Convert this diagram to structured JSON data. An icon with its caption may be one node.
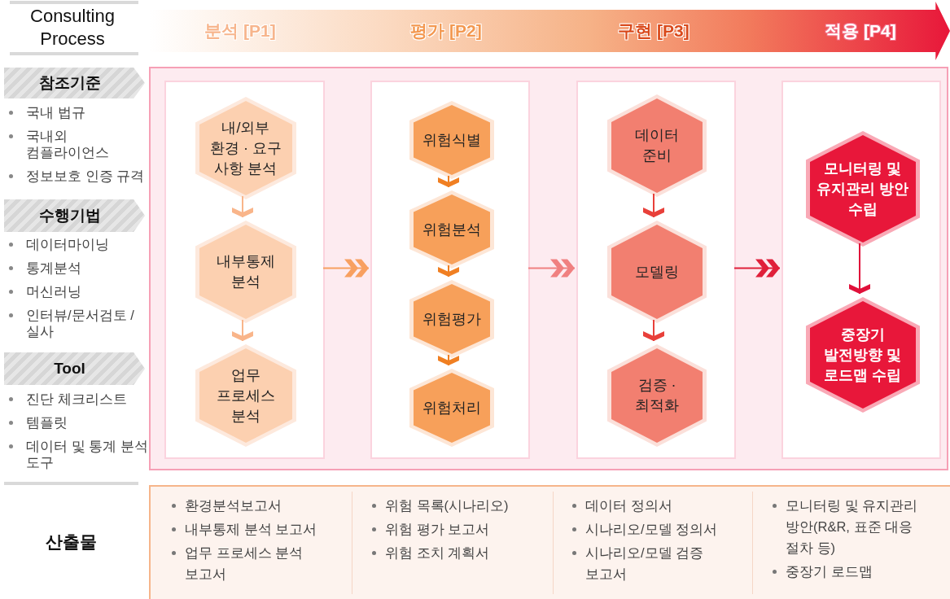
{
  "diagram": {
    "nodes": [
      {
        "text": [
          "분석 [P1]",
          "평가 [P2]",
          "구현 [P3]",
          "적용 [P4]"
        ]
      },
      {
        "text": [
          "참조기준"
        ],
        "beside": [
          "국내 법규",
          "국내외 컴플라이언스",
          "정보보호 인증 규격"
        ]
      },
      {
        "text": [
          "수행기법"
        ],
        "beside": [
          "데이터마이닝",
          "통계분석",
          "머신러닝",
          "인터뷰/문서검토 /실사"
        ]
      },
      {
        "text": [
          "Tool"
        ],
        "beside": [
          "진단 체크리스트",
          "템플릿",
          "데이터 및 통계 분석 도구"
        ]
      },
      {
        "text": [],
        "shape": "box"
      },
      {
        "text": [],
        "shape": "box",
        "in": 4
      },
      {
        "text": [
          "내/외부 환경 · 요구 사항 분석"
        ],
        "in": 5
      },
      {
        "text": [
          "내부통제 분석"
        ],
        "in": 5
      },
      {
        "text": [
          "업무 프로세스 분석"
        ],
        "in": 5
      },
      {
        "text": [],
        "shape": "box",
        "in": 4
      },
      {
        "text": [
          "위험식별"
        ],
        "in": 9
      },
      {
        "text": [
          "위험분석"
        ],
        "in": 9
      },
      {
        "text": [
          "위험평가"
        ],
        "in": 9
      },
      {
        "text": [
          "위험처리"
        ],
        "in": 9
      },
      {
        "text": [],
        "shape": "box",
        "in": 4
      },
      {
        "text": [
          "데이터 준비"
        ],
        "in": 14
      },
      {
        "text": [
          "모델링"
        ],
        "in": 14
      },
      {
        "text": [
          "검증 ·최적화"
        ],
        "in": 14
      },
      {
        "text": [],
        "shape": "box",
        "in": 4
      },
      {
        "text": [
          "모니터링 및 유지관리 방안 수립"
        ],
        "in": 18
      },
      {
        "text": [
          "중장기 발전방향 및 로드맵 수립"
        ],
        "in": 18
      },
      {
        "text": [
          "환경분석보고서",
          "내부통제 분석 보고서",
          "업무 프로세스 분석 보고서",
          "위험 목록(시나리오)",
          "위험 평가 보고서",
          "위험 조치 계획서",
          "데이터 정의서",
          "시나리오/모델 정의서",
          "시나리오/모델 검증 보고서",
          "모니터링 및 유지관리 방안(R&R, 표준 대응 절차 등)",
          "중장기 로드맵"
        ],
        "beside": [
          "산출물"
        ]
      }
    ],
    "edges": [
      {
        "from": 6,
        "to": 7,
        "arrow": "to",
        "color": "#f9b58a"
      },
      {
        "from": 7,
        "to": 8,
        "arrow": "to",
        "color": "#f9b58a"
      },
      {
        "from": 10,
        "to": 11,
        "arrow": "to",
        "color": "#f07f22"
      },
      {
        "from": 11,
        "to": 12,
        "arrow": "to",
        "color": "#f07f22"
      },
      {
        "from": 12,
        "to": 13,
        "arrow": "to",
        "color": "#f07f22"
      },
      {
        "from": 15,
        "to": 16,
        "arrow": "to",
        "color": "#e8403a"
      },
      {
        "from": 16,
        "to": 17,
        "arrow": "to",
        "color": "#e8403a"
      },
      {
        "from": 19,
        "to": 20,
        "arrow": "to",
        "color": "#e0103a"
      },
      {
        "from": 5,
        "to": 9,
        "arrow": "to",
        "color": "#f8a060"
      },
      {
        "from": 9,
        "to": 14,
        "arrow": "to",
        "color": "#f08080"
      },
      {
        "from": 14,
        "to": 18,
        "arrow": "to",
        "color": "#e0203a"
      }
    ],
    "labels": [
      "Consulting Process"
    ]
  }
}
